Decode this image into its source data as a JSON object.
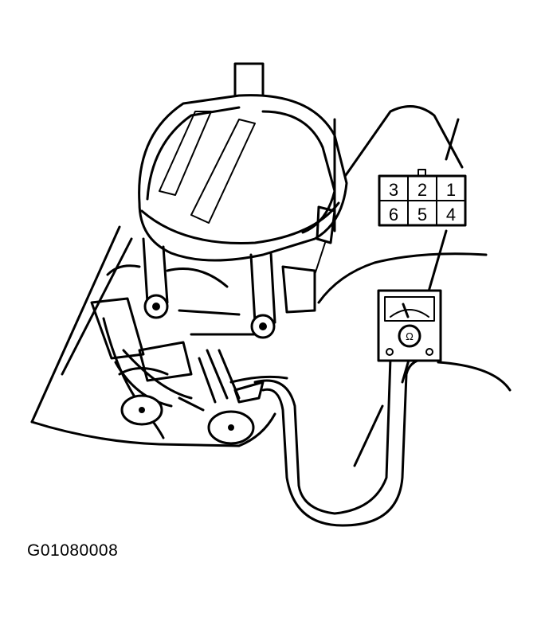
{
  "figure": {
    "code": "G01080008"
  },
  "connector": {
    "pins_top": [
      "3",
      "2",
      "1"
    ],
    "pins_bottom": [
      "6",
      "5",
      "4"
    ]
  },
  "meter": {
    "symbol": "Ω"
  },
  "colors": {
    "ink": "#000000",
    "paper": "#ffffff"
  }
}
